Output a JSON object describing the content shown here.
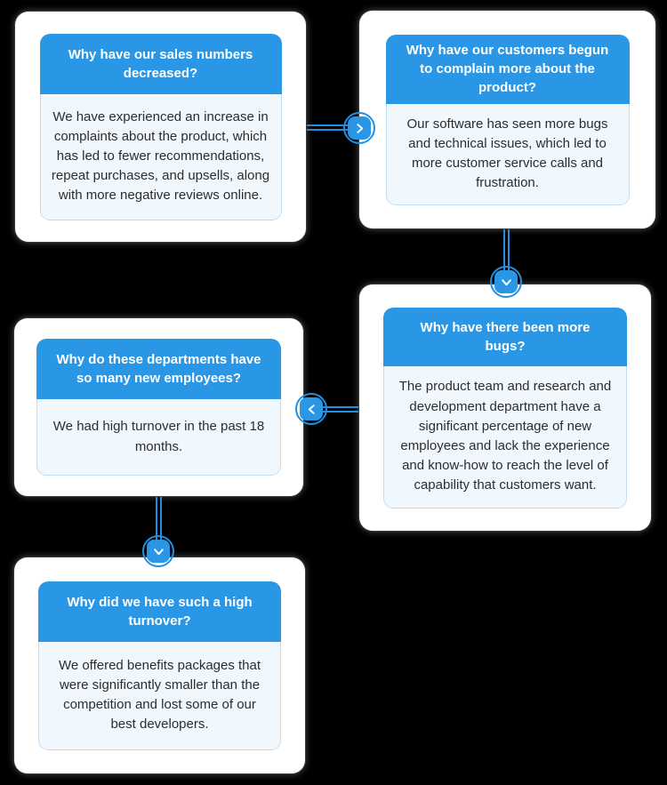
{
  "diagram": {
    "type": "five-whys-flowchart",
    "colors": {
      "background": "#000000",
      "accent_blue": "#2997e6",
      "connector_blue": "#1f90e6",
      "card_header_bg": "#2997e6",
      "card_header_text": "#ffffff",
      "card_body_bg": "#f0f7fd",
      "card_body_border": "#bedcf4",
      "card_body_text": "#2d2d2d",
      "node_bg": "#ffffff"
    },
    "cards": [
      {
        "question": "Why have our sales numbers decreased?",
        "answer": "We have experienced an increase in complaints about the product, which has led to fewer recommendations, repeat purchases, and upsells, along with more negative reviews online."
      },
      {
        "question": "Why have our customers begun to complain more about the product?",
        "answer": "Our software has seen more bugs and technical issues, which led to more customer service calls and frustration."
      },
      {
        "question": "Why have there been more bugs?",
        "answer": "The product team and research and development department have a significant percentage of new employees and lack the experience and know-how to reach the level of capability that customers want."
      },
      {
        "question": "Why do these departments have so many new employees?",
        "answer": "We had high turnover in the past 18 months."
      },
      {
        "question": "Why did we have such a high turnover?",
        "answer": "We offered benefits packages that were significantly smaller than the competition and lost some of our best developers."
      }
    ],
    "connectors": [
      {
        "from": "card-1",
        "to": "card-2",
        "direction": "right",
        "icon": "chevron-right-icon"
      },
      {
        "from": "card-2",
        "to": "card-3",
        "direction": "down",
        "icon": "chevron-down-icon"
      },
      {
        "from": "card-3",
        "to": "card-4",
        "direction": "left",
        "icon": "chevron-left-icon"
      },
      {
        "from": "card-4",
        "to": "card-5",
        "direction": "down",
        "icon": "chevron-down-icon"
      }
    ]
  }
}
